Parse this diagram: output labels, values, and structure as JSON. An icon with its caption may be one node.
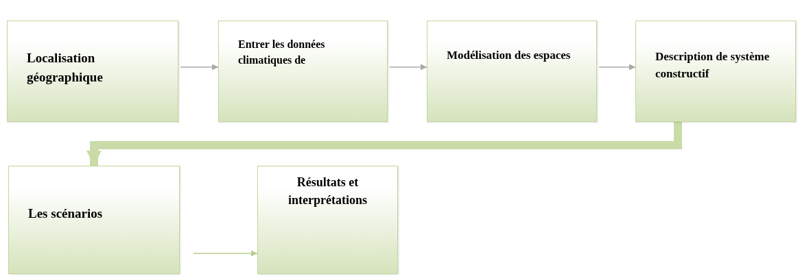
{
  "diagram": {
    "nodes": [
      {
        "text": [
          "Localisation géographique"
        ]
      },
      {
        "text": [
          "Entrer les données climatiques de"
        ]
      },
      {
        "text": [
          "Modélisation des espaces"
        ]
      },
      {
        "text": [
          "Description de système constructif"
        ]
      },
      {
        "text": [
          "Les scénarios"
        ]
      },
      {
        "text": [
          "Résultats et interprétations"
        ]
      }
    ],
    "edges": [
      {
        "from": 0,
        "to": 1,
        "arrow": "to"
      },
      {
        "from": 1,
        "to": 2,
        "arrow": "to"
      },
      {
        "from": 2,
        "to": 3,
        "arrow": "to"
      },
      {
        "from": 3,
        "to": 4,
        "arrow": "to",
        "style": "thick",
        "color": "#c9dba6"
      },
      {
        "from": 4,
        "to": 5,
        "arrow": "to",
        "color": "#b7cc8e"
      }
    ]
  }
}
